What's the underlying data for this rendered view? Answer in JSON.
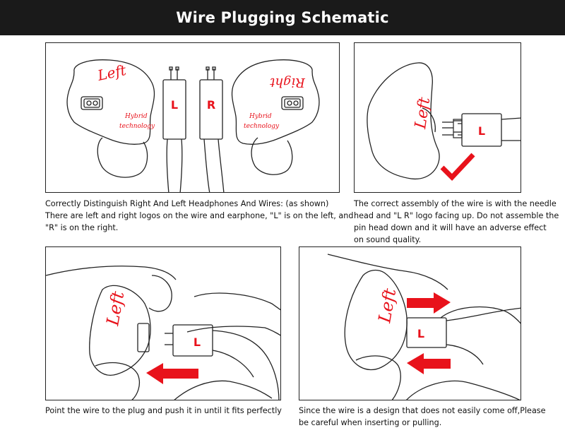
{
  "header": {
    "title": "Wire Plugging Schematic"
  },
  "colors": {
    "accent_red": "#e8121b",
    "header_bg": "#1a1a1a",
    "line": "#222222"
  },
  "panel1": {
    "logo_left_earphone": "Left",
    "logo_right_earphone": "Right",
    "hybrid_line1": "Hybrid",
    "hybrid_line2": "technology",
    "wire_left_label": "L",
    "wire_right_label": "R",
    "caption_lines": [
      "Correctly Distinguish Right And Left Headphones And Wires: (as shown)",
      "There are left and right logos on the wire and earphone, \"L\" is on the left, and",
      "\"R\" is on the right."
    ]
  },
  "panel2": {
    "logo": "Left",
    "wire_label": "L",
    "check_icon": "checkmark-icon",
    "caption_lines": [
      "The correct assembly of the wire is with the needle",
      "head and \"L R\" logo facing up. Do not assemble the",
      "pin head down and it will have an adverse effect",
      "on sound quality."
    ]
  },
  "panel3": {
    "logo": "Left",
    "wire_label": "L",
    "arrow_icon": "arrow-left-icon",
    "caption_lines": [
      "Point the wire to the plug and push it in until it fits perfectly"
    ]
  },
  "panel4": {
    "logo": "Left",
    "wire_label": "L",
    "arrow_icons": [
      "arrow-right-icon",
      "arrow-left-icon"
    ],
    "caption_lines": [
      "Since the wire is a design that does not easily come off,Please",
      "be careful when inserting or pulling."
    ]
  }
}
